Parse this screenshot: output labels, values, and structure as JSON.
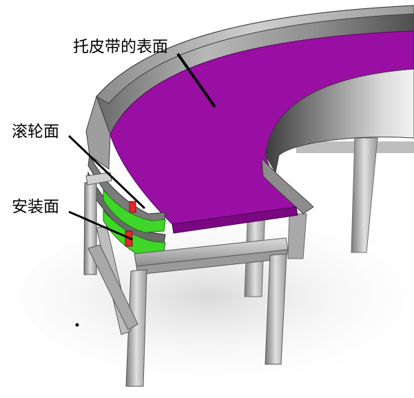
{
  "labels": {
    "belt_surface": "托皮带的表面",
    "roller_surface": "滚轮面",
    "mounting_surface": "安装面"
  },
  "colors": {
    "belt": "#9a0fa3",
    "frame_light": "#e6e6e6",
    "frame_mid": "#b3b3b3",
    "frame_dark": "#5a5a5a",
    "rail_green": "#3fd62a",
    "marker_red": "#e8252b",
    "callout_line": "#000000"
  }
}
